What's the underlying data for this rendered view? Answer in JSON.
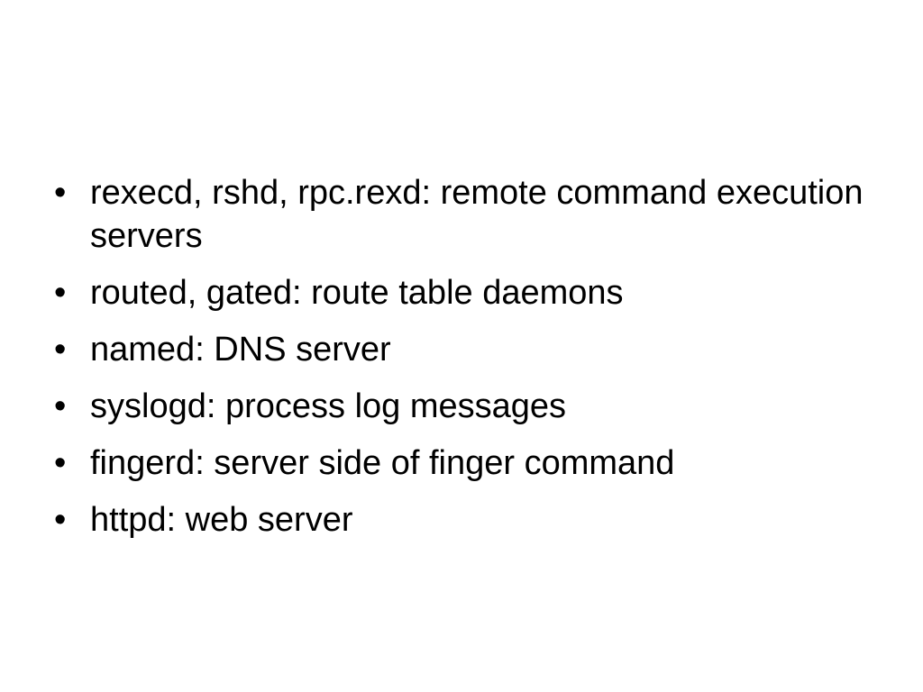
{
  "slide": {
    "bullet_symbol": "•",
    "items": [
      {
        "text": "rexecd, rshd, rpc.rexd: remote command execution servers"
      },
      {
        "text": "routed, gated: route table daemons"
      },
      {
        "text": "named: DNS server"
      },
      {
        "text": "syslogd: process log messages"
      },
      {
        "text": "fingerd: server side of finger command"
      },
      {
        "text": "httpd: web server"
      }
    ]
  }
}
